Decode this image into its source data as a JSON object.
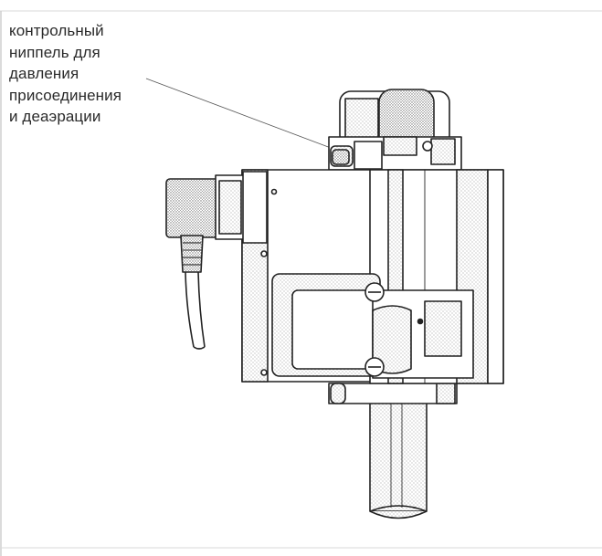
{
  "figure": {
    "callout_lines": [
      "контрольный",
      "ниппель для",
      "давления",
      "присоединения",
      "и деаэрации"
    ]
  }
}
